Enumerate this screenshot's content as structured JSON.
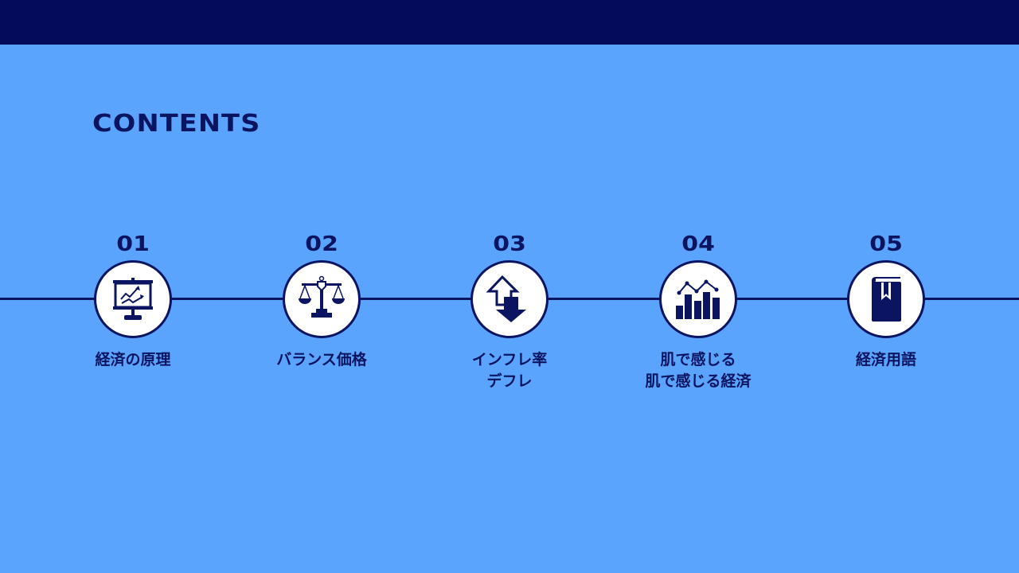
{
  "header": {
    "bar_color": "#050b5b"
  },
  "title": "CONTENTS",
  "colors": {
    "background": "#5ba4fe",
    "accent": "#0a1460",
    "circle_fill": "#ffffff"
  },
  "steps": [
    {
      "number": "01",
      "icon": "presentation-chart-icon",
      "label_line1": "経済の原理",
      "label_line2": ""
    },
    {
      "number": "02",
      "icon": "balance-scale-icon",
      "label_line1": "バランス価格",
      "label_line2": ""
    },
    {
      "number": "03",
      "icon": "up-down-arrows-icon",
      "label_line1": "インフレ率",
      "label_line2": "デフレ"
    },
    {
      "number": "04",
      "icon": "bar-line-chart-icon",
      "label_line1": "肌で感じる",
      "label_line2": "肌で感じる経済"
    },
    {
      "number": "05",
      "icon": "bookmark-book-icon",
      "label_line1": "経済用語",
      "label_line2": ""
    }
  ]
}
